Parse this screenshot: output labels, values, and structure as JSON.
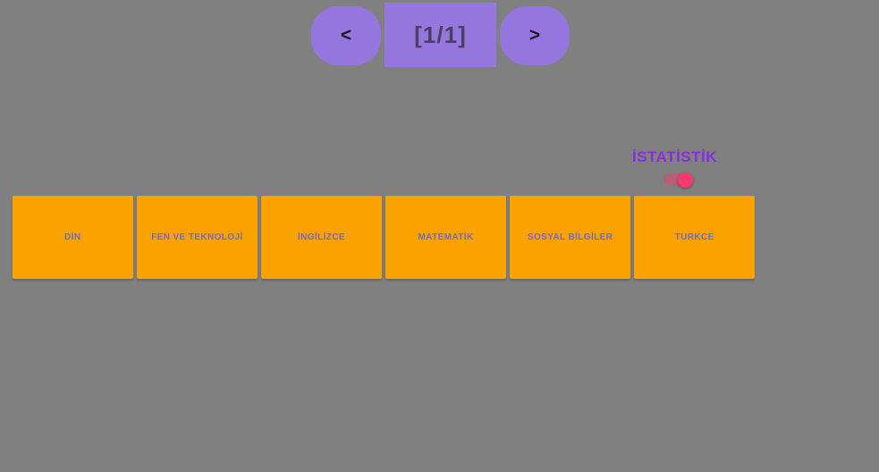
{
  "pager": {
    "prev_label": "<",
    "page_indicator": "[1/1]",
    "next_label": ">"
  },
  "statistics": {
    "label": "İSTATİSTİK",
    "toggle_state": "on"
  },
  "subjects": [
    {
      "label": "DİN"
    },
    {
      "label": "FEN VE TEKNOLOJİ"
    },
    {
      "label": "İNGİLİZCE"
    },
    {
      "label": "MATEMATİK"
    },
    {
      "label": "SOSYAL BİLGİLER"
    },
    {
      "label": "TURKCE"
    }
  ],
  "colors": {
    "background": "#808080",
    "pager_purple": "#9476de",
    "page_indicator_text": "#4a4063",
    "subject_orange": "#faa300",
    "subject_text": "#6c6ad0",
    "statistics_label_purple": "#8a2be2",
    "toggle_pink": "#f8396f"
  }
}
